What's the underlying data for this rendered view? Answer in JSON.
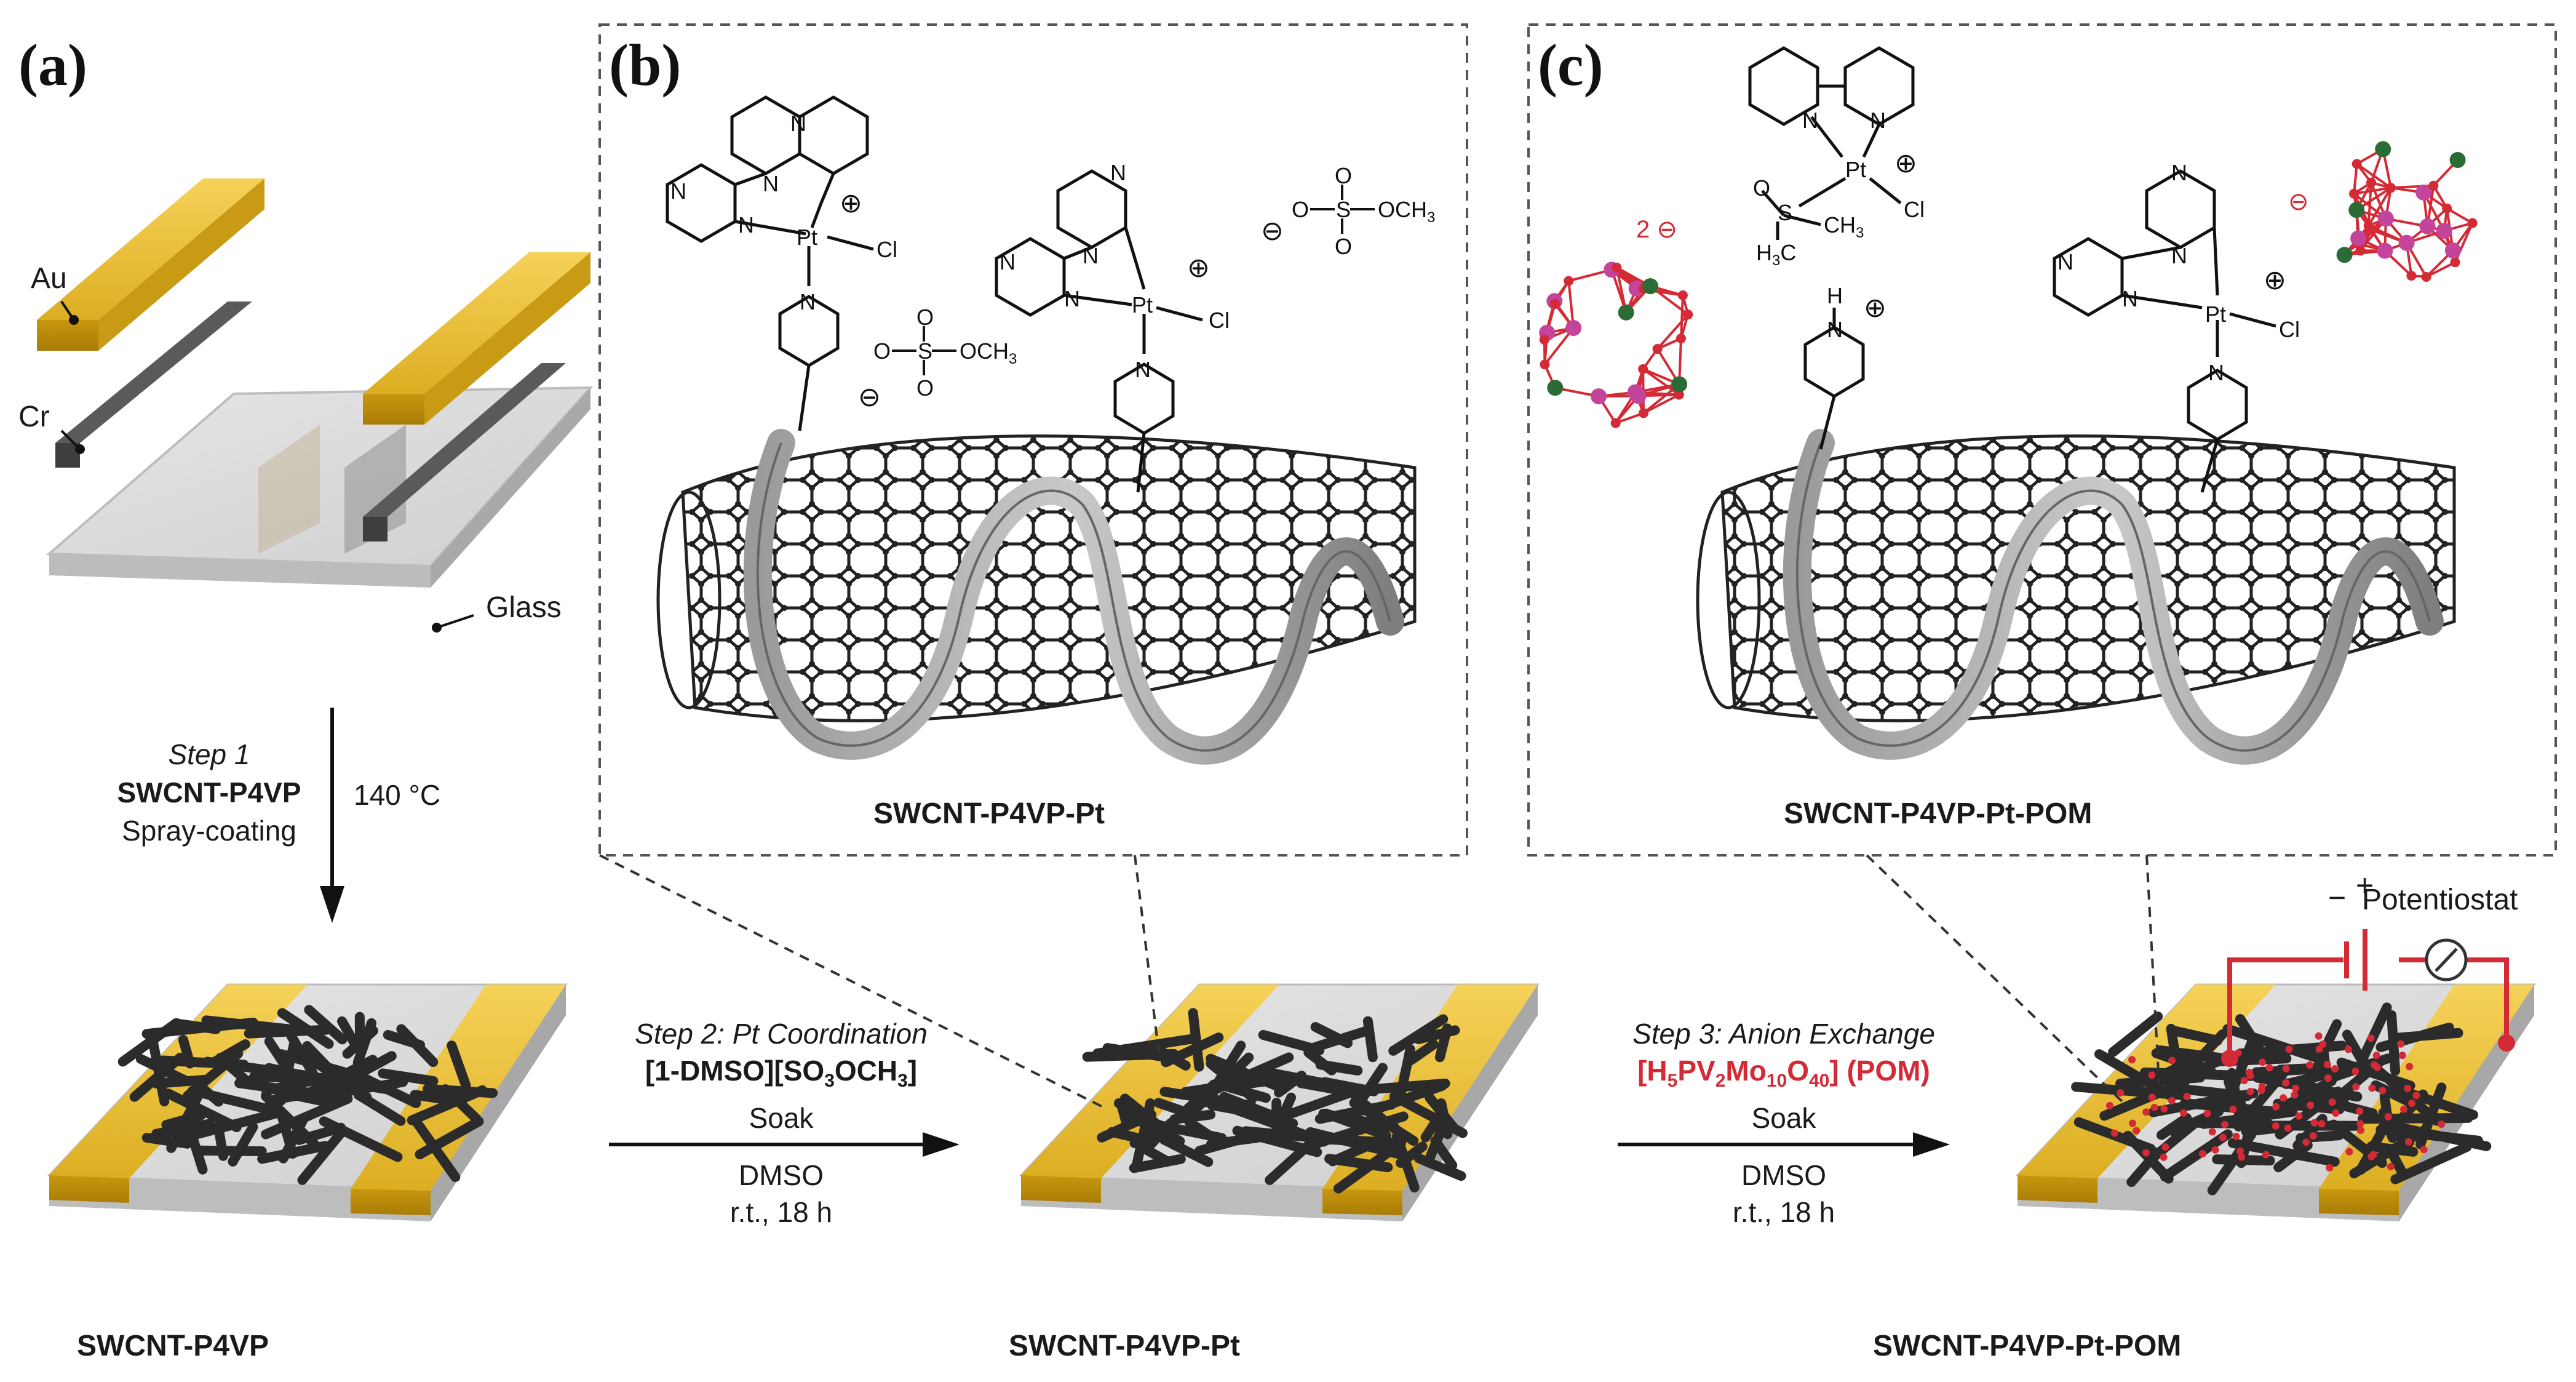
{
  "panels": {
    "a": "(a)",
    "b": "(b)",
    "c": "(c)"
  },
  "device_layers": {
    "au": "Au",
    "cr": "Cr",
    "glass": "Glass"
  },
  "step1": {
    "title": "Step 1",
    "material": "SWCNT-P4VP",
    "method": "Spray-coating",
    "temperature": "140 °C"
  },
  "step2": {
    "title": "Step 2: Pt Coordination",
    "reagent_part1": "[1-DMSO][SO",
    "reagent_sub1": "3",
    "reagent_part2": "OCH",
    "reagent_sub2": "3",
    "reagent_part3": "]",
    "action": "Soak",
    "solvent": "DMSO",
    "conditions": "r.t., 18 h"
  },
  "step3": {
    "title": "Step 3: Anion Exchange",
    "reagent_p1": "[H",
    "reagent_s1": "5",
    "reagent_p2": "PV",
    "reagent_s2": "2",
    "reagent_p3": "Mo",
    "reagent_s3": "10",
    "reagent_p4": "O",
    "reagent_s4": "40",
    "reagent_p5": "] (POM)",
    "action": "Soak",
    "solvent": "DMSO",
    "conditions": "r.t., 18 h"
  },
  "device_labels": {
    "left": "SWCNT-P4VP",
    "middle": "SWCNT-P4VP-Pt",
    "right": "SWCNT-P4VP-Pt-POM"
  },
  "inset_labels": {
    "b": "SWCNT-P4VP-Pt",
    "c": "SWCNT-P4VP-Pt-POM"
  },
  "potentiostat": "Potentiostat",
  "electrode_signs": {
    "minus": "−",
    "plus": "+"
  },
  "chem_text": {
    "N": "N",
    "Pt": "Pt",
    "Cl": "Cl",
    "O": "O",
    "S": "S",
    "OCH3": "OCH",
    "sub3": "3",
    "H": "H",
    "CH3": "CH",
    "H3C": "H",
    "C": "C",
    "plus": "⊕",
    "minus": "⊖",
    "two_minus": "2 ⊖"
  },
  "colors": {
    "gold": "#e2b52a",
    "chrome": "#555555",
    "glass": "#d8d8d8",
    "nanotube": "#2a2a2a",
    "polymer": "#8e8e8e",
    "pom_red": "#d42a35",
    "pom_pink": "#c4449b",
    "pom_green": "#2b6b35",
    "accent_red": "#d42a35"
  }
}
